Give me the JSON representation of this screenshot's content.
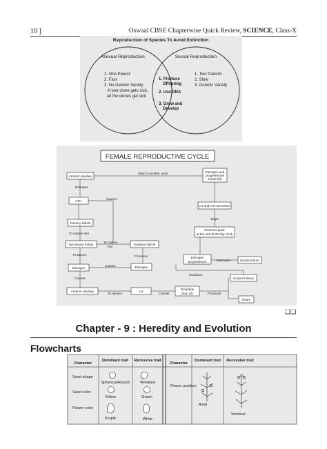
{
  "header": {
    "page_number": "10 ]",
    "book_title": "Oswaal CBSE Chapterwise Quick Review,",
    "subject": "SCIENCE",
    "class_label": ", Class-X"
  },
  "venn": {
    "title": "Reproduction of Species To Avoid Extinction",
    "left_title": "Asexual Reproduction",
    "right_title": "Sexual Reproduction",
    "left_items": [
      "1. One Parent",
      "2. Fast",
      "3. No Genetic Variety",
      "-if one clone gets sick,",
      "all the clones get sick"
    ],
    "center_items": [
      "1. Produce",
      "Offspring",
      "2. Use DNA",
      "3. Grow and",
      "Develop"
    ],
    "right_items": [
      "1. Two Parents",
      "2. Slow",
      "3. Genetic Variety"
    ]
  },
  "cycle": {
    "title": "FEMALE REPRODUCTIVE CYCLE",
    "nodes": {
      "anterior_pituitary_top": "Anterior pituitary",
      "fsh": "FSH",
      "primary_follicle": "Primary follicle",
      "secondary_follicle": "Secondary follicle",
      "graafian_follicle": "Graafian follicle",
      "estrogen_left": "Estrogen",
      "estrogen_mid": "Estrogen",
      "anterior_pituitary_bottom": "Anterior pituitary",
      "lh": "LH",
      "ovulation": [
        "Ovulation",
        "(day 14)"
      ],
      "ovum": "Ovum",
      "corpus_luteum": "Corpus luteum",
      "endometrium": "Endometrium",
      "estrogen_progesterone_mid": [
        "Estrogen",
        "and",
        "progesterone"
      ],
      "reaches_peak": [
        "Reaches peak",
        "at the end of 28 day clock"
      ],
      "lh_fsh_secretion": "LH and FSH secretion",
      "estrogen_progesterone_top": [
        "Estrogen and",
        "progesterone",
        "levels fall"
      ]
    },
    "labels": {
      "start_another": "Start of another cycle",
      "releases": "Releases",
      "causes_fsh": "Causes",
      "to_mature_into_left": "To mature into",
      "to_mature_into_mid": [
        "To mature",
        "into"
      ],
      "produces_left": "Produces",
      "produces_mid": "Produces",
      "causes_estrogen": "Causes",
      "causes_left": "Causes",
      "to_release": "To release",
      "causes_lh": "Causes",
      "produces_ovulation": "Produces",
      "produces_corpus": "Produces",
      "maintains": "Maintains",
      "stops": "Stops"
    }
  },
  "chapter_title": "Chapter - 9 : Heredity and Evolution",
  "end_mark": "❑❑",
  "section_title": "Flowcharts",
  "trait_table": {
    "headers": [
      "Character",
      "Dominant trait",
      "Recessive trait",
      "Character",
      "Dominant trait",
      "Recessive trait"
    ],
    "left_rows": [
      {
        "character": "Seed shape",
        "dominant": "Spherical/Round",
        "recessive": "Wrinkled"
      },
      {
        "character": "Seed color",
        "dominant": "Yellow",
        "recessive": "Green"
      },
      {
        "character": "Flower color",
        "dominant": "Purple",
        "recessive": "White"
      }
    ],
    "right_rows": [
      {
        "character": "Flower position",
        "dominant": "Axial",
        "recessive": "Terminal"
      }
    ]
  }
}
